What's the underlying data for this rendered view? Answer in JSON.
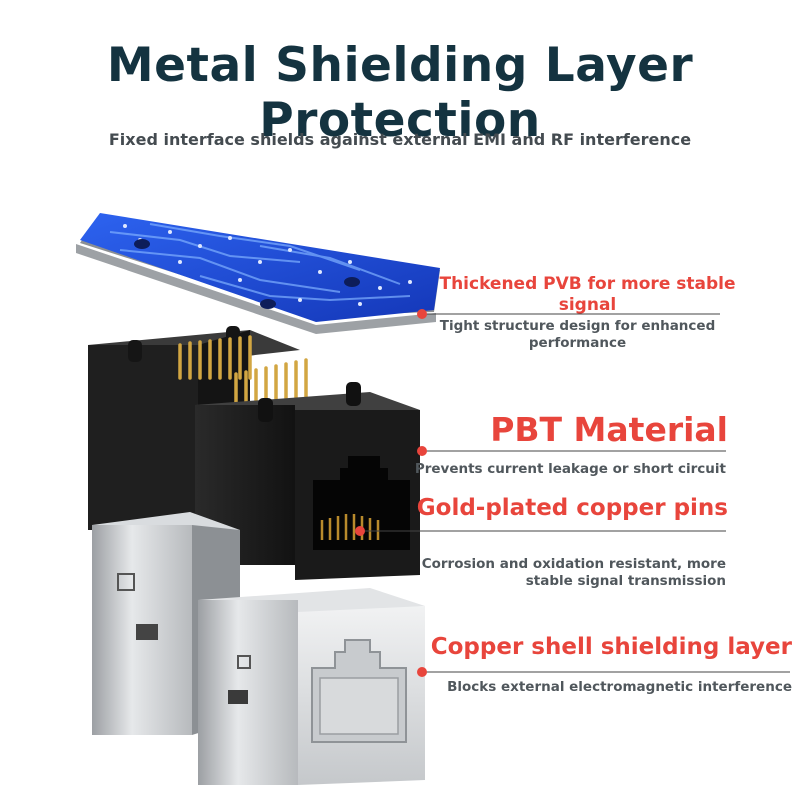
{
  "header": {
    "title": "Metal Shielding Layer Protection",
    "subtitle": "Fixed interface shields against external EMI and RF interference"
  },
  "features": [
    {
      "heading_line1": "Thickened PVB for more stable",
      "heading_line2": "signal",
      "desc_line1": "Tight structure design for enhanced",
      "desc_line2": "performance"
    },
    {
      "heading": "PBT Material",
      "desc": "Prevents current leakage or short circuit"
    },
    {
      "heading": "Gold-plated copper pins",
      "desc_line1": "Corrosion and oxidation resistant, more",
      "desc_line2": "stable signal transmission"
    },
    {
      "heading": "Copper shell shielding layer",
      "desc": "Blocks external electromagnetic interference"
    }
  ],
  "colors": {
    "accent": "#e8453c",
    "title": "#143340",
    "pcb": "#1e4fd8",
    "housing": "#1c1c1c",
    "gold": "#c9a13b"
  }
}
